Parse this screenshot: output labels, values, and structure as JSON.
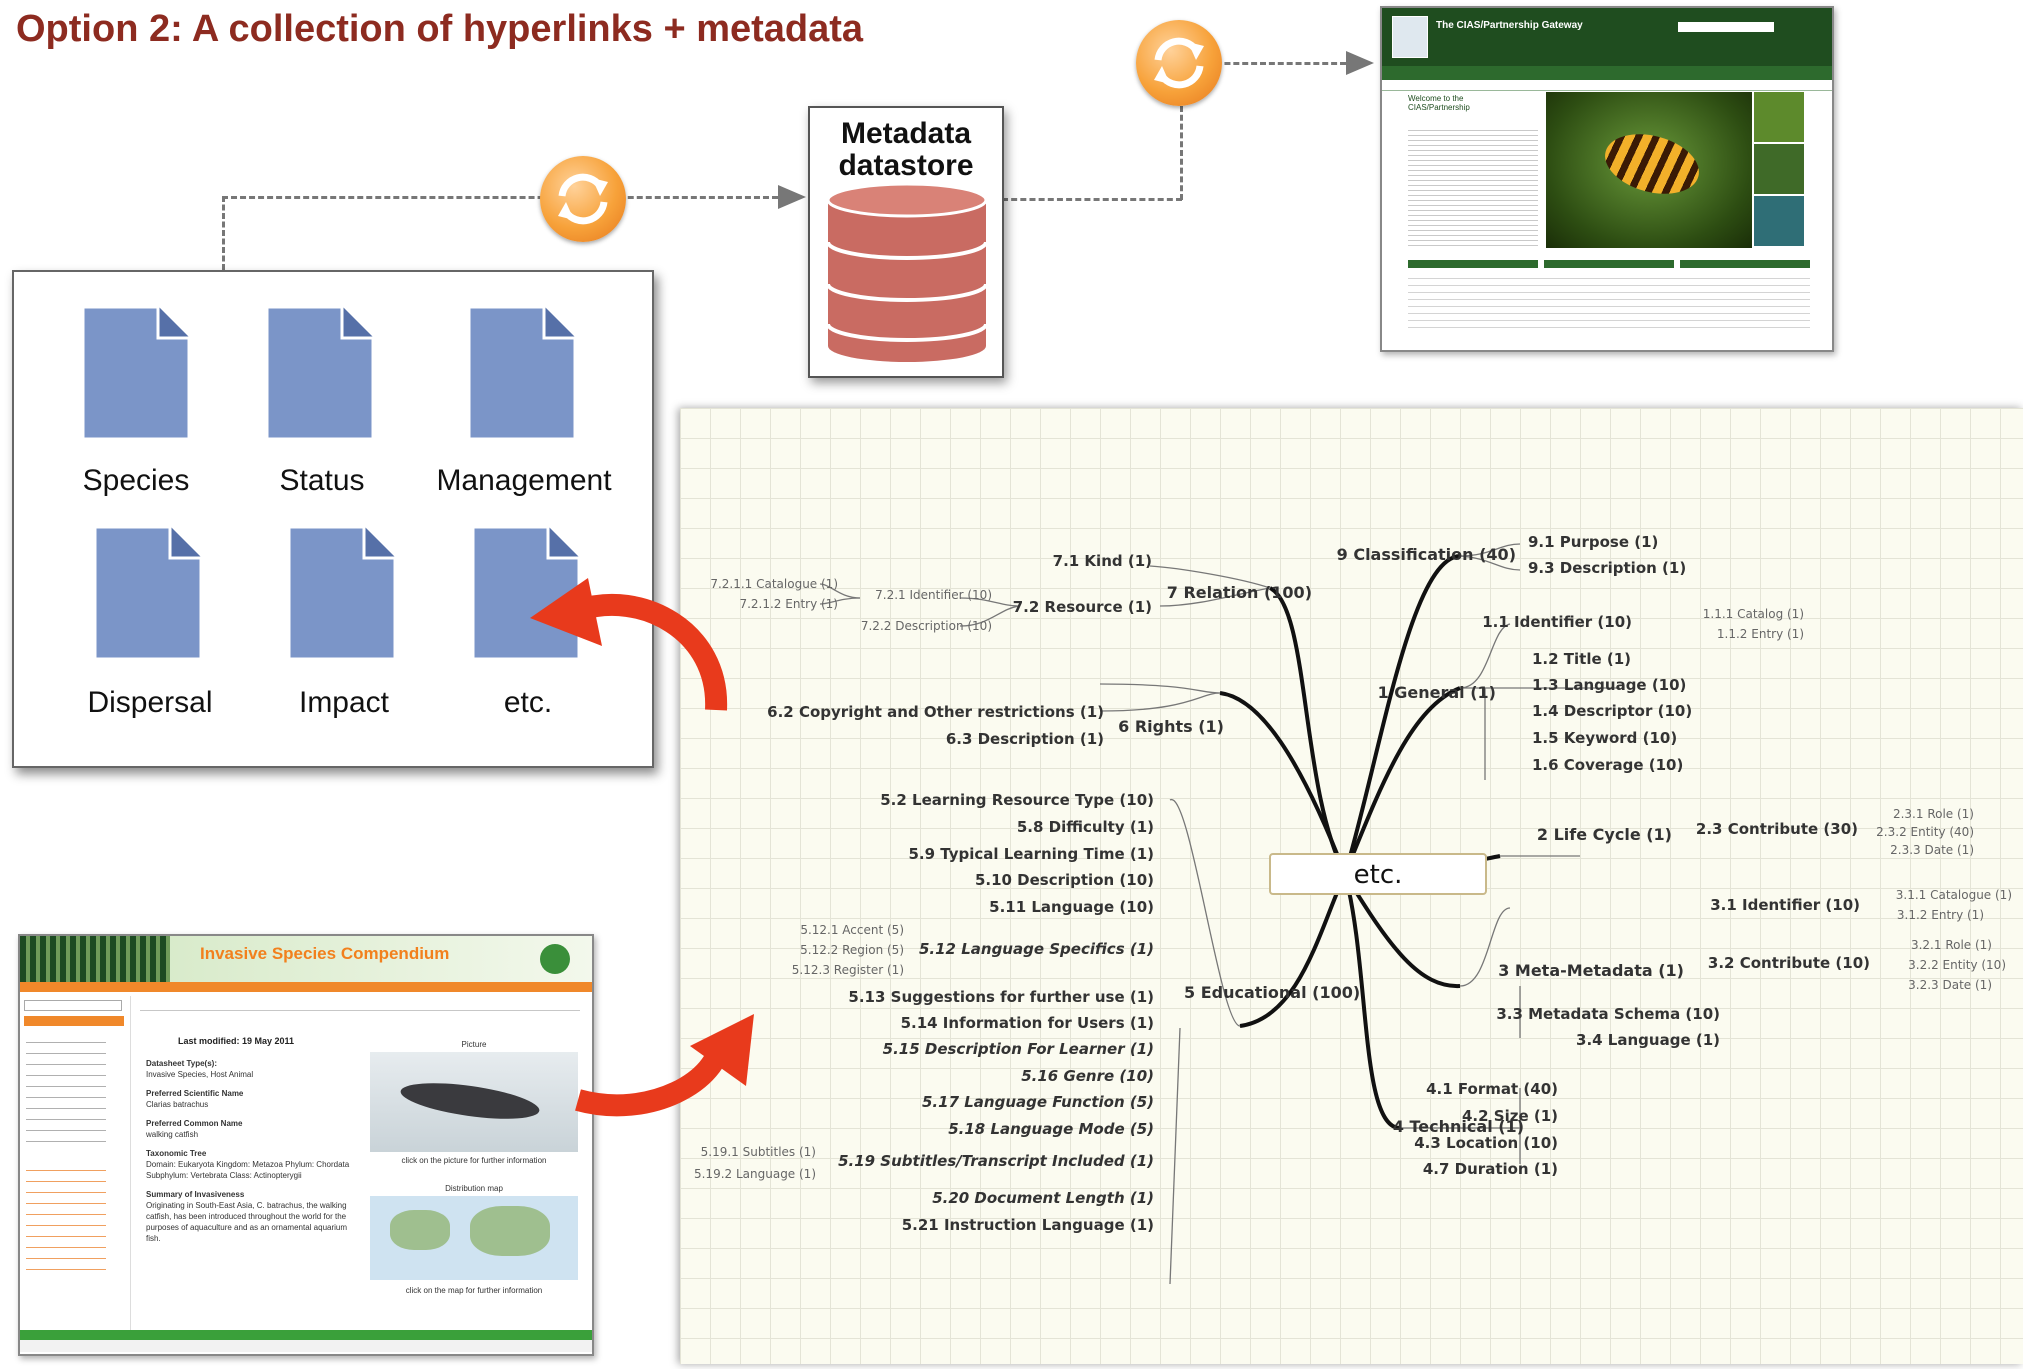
{
  "title": "Option 2: A collection of hyperlinks + metadata",
  "documents": [
    "Species",
    "Status",
    "Management",
    "Dispersal",
    "Impact",
    "etc."
  ],
  "datastore": {
    "line1": "Metadata",
    "line2": "datastore"
  },
  "gateway": {
    "site_title": "The CIAS/Partnership Gateway",
    "welcome": "Welcome to the CIAS/Partnership"
  },
  "compendium": {
    "site_title": "Invasive Species Compendium",
    "last_modified": "Last modified: 19 May 2011",
    "picture_label": "Picture",
    "picture_caption": "click on the picture for further information",
    "map_label": "Distribution map",
    "map_caption": "click on the map for further information",
    "fields": [
      {
        "label": "Datasheet Type(s):",
        "value": "Invasive Species, Host Animal"
      },
      {
        "label": "Preferred Scientific Name",
        "value": "Clarias batrachus"
      },
      {
        "label": "Preferred Common Name",
        "value": "walking catfish"
      },
      {
        "label": "Taxonomic Tree",
        "value": "Domain: Eukaryota  Kingdom: Metazoa  Phylum: Chordata  Subphylum: Vertebrata  Class: Actinopterygii"
      },
      {
        "label": "Summary of Invasiveness",
        "value": "Originating in South-East Asia, C. batrachus, the walking catfish, has been introduced throughout the world for the purposes of aquaculture and as an ornamental aquarium fish."
      }
    ]
  },
  "mindmap": {
    "center": "etc.",
    "nodes": {
      "n7": "7 Relation (100)",
      "n71": "7.1 Kind (1)",
      "n72": "7.2 Resource (1)",
      "n721": "7.2.1 Identifier (10)",
      "n722": "7.2.2 Description (10)",
      "n7211": "7.2.1.1 Catalogue (1)",
      "n7212": "7.2.1.2 Entry (1)",
      "n6": "6 Rights (1)",
      "n62": "6.2 Copyright and Other restrictions (1)",
      "n63": "6.3 Description (1)",
      "n5": "5 Educational (100)",
      "n52": "5.2 Learning Resource Type (10)",
      "n58": "5.8 Difficulty (1)",
      "n59": "5.9 Typical Learning Time (1)",
      "n510": "5.10 Description (10)",
      "n511": "5.11 Language (10)",
      "n512": "5.12 Language Specifics (1)",
      "n5121": "5.12.1 Accent (5)",
      "n5122": "5.12.2 Region (5)",
      "n5123": "5.12.3 Register (1)",
      "n513": "5.13 Suggestions for further use (1)",
      "n514": "5.14 Information for Users (1)",
      "n515": "5.15 Description For Learner (1)",
      "n516": "5.16 Genre (10)",
      "n517": "5.17 Language Function (5)",
      "n518": "5.18 Language Mode (5)",
      "n519": "5.19 Subtitles/Transcript Included (1)",
      "n5191": "5.19.1 Subtitles (1)",
      "n5192": "5.19.2 Language (1)",
      "n520": "5.20 Document Length (1)",
      "n521": "5.21 Instruction Language (1)",
      "n9": "9 Classification (40)",
      "n91": "9.1 Purpose (1)",
      "n93": "9.3 Description (1)",
      "n1": "1 General (1)",
      "n11": "1.1 Identifier (10)",
      "n111": "1.1.1 Catalog (1)",
      "n112": "1.1.2 Entry (1)",
      "n12": "1.2 Title (1)",
      "n13": "1.3 Language (10)",
      "n14": "1.4 Descriptor (10)",
      "n15": "1.5 Keyword (10)",
      "n16": "1.6 Coverage (10)",
      "n2": "2 Life Cycle (1)",
      "n23": "2.3 Contribute (30)",
      "n231": "2.3.1 Role (1)",
      "n232": "2.3.2 Entity (40)",
      "n233": "2.3.3 Date (1)",
      "n3": "3 Meta-Metadata (1)",
      "n31": "3.1 Identifier (10)",
      "n311": "3.1.1 Catalogue (1)",
      "n312": "3.1.2 Entry (1)",
      "n32": "3.2 Contribute (10)",
      "n321": "3.2.1 Role (1)",
      "n322": "3.2.2 Entity (10)",
      "n323": "3.2.3 Date (1)",
      "n33": "3.3 Metadata Schema (10)",
      "n34": "3.4 Language (1)",
      "n4": "4 Technical (1)",
      "n41": "4.1 Format (40)",
      "n42": "4.2 Size (1)",
      "n43": "4.3 Location (10)",
      "n47": "4.7 Duration (1)"
    }
  },
  "colors": {
    "title": "#8d2b20",
    "arrow": "#e83a1c",
    "sync": "#f7a23a",
    "cylinder": "#c96b62",
    "doc": "#7b95c8",
    "gateway_green": "#1f4d1f"
  }
}
